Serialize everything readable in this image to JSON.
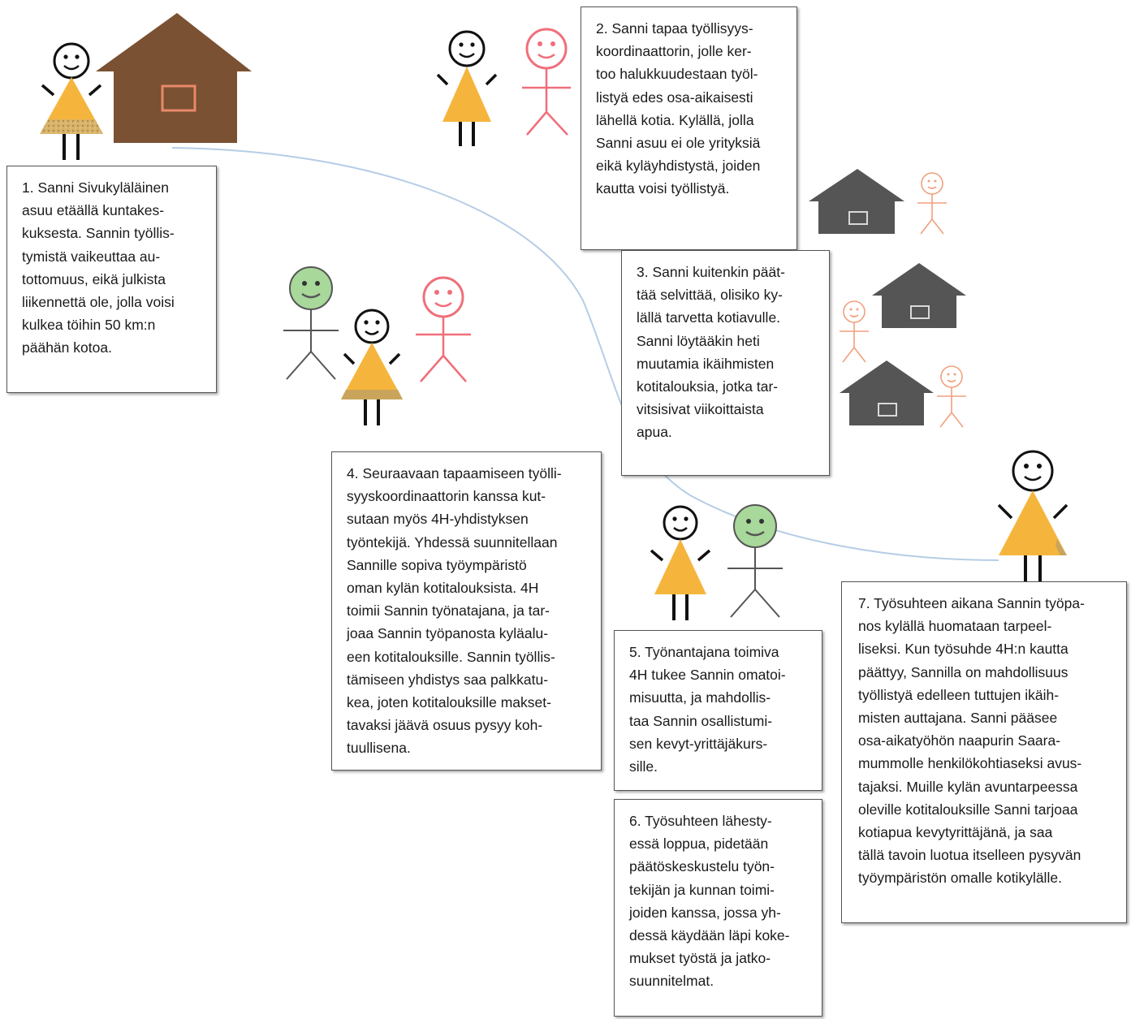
{
  "steps": [
    {
      "number": "1",
      "text": "1. Sanni Sivukyläläinen\nasuu etäällä kuntakes-\nkuksesta. Sannin työllis-\ntymistä vaikeuttaa au-\ntottomuus, eikä julkista\nliikennettä ole, jolla voisi\nkulkea töihin 50 km:n\npäähän kotoa."
    },
    {
      "number": "2",
      "text": "2. Sanni tapaa työllisyys-\nkoordinaattorin, jolle ker-\ntoo halukkuudestaan työl-\nlistyä edes osa-aikaisesti\nlähellä kotia. Kylällä, jolla\nSanni asuu ei ole yrityksiä\neikä kyläyhdistystä, joiden\nkautta voisi työllistyä."
    },
    {
      "number": "3",
      "text": "3. Sanni kuitenkin päät-\ntää selvittää, olisiko ky-\nlällä tarvetta kotiavulle.\nSanni löytääkin heti\nmuutamia ikäihmisten\nkotitalouksia, jotka tar-\nvitsisivat viikoittaista\napua."
    },
    {
      "number": "4",
      "text": "4. Seuraavaan tapaamiseen työlli-\nsyyskoordinaattorin kanssa kut-\nsutaan myös 4H-yhdistyksen\ntyöntekijä. Yhdessä suunnitellaan\nSannille sopiva työympäristö\noman kylän kotitalouksista. 4H\ntoimii Sannin työnatajana, ja tar-\njoaa Sannin työpanosta kyläalu-\neen kotitalouksille. Sannin työllis-\ntämiseen yhdistys saa palkkatu-\nkea, joten kotitalouksille makset-\ntavaksi jäävä osuus pysyy koh-\ntuullisena."
    },
    {
      "number": "5",
      "text": "5. Työnantajana toimiva\n4H tukee Sannin omatoi-\nmisuutta, ja mahdollis-\ntaa Sannin osallistumi-\nsen kevyt-yrittäjäkurs-\nsille."
    },
    {
      "number": "6",
      "text": "6. Työsuhteen lähesty-\nessä loppua, pidetään\npäätöskeskustelu työn-\ntekijän ja kunnan toimi-\njoiden kanssa, jossa yh-\ndessä käydään läpi koke-\nmukset työstä ja jatko-\nsuunnitelmat."
    },
    {
      "number": "7",
      "text": "7. Työsuhteen aikana Sannin työpa-\nnos kylällä huomataan tarpeel-\nliseksi. Kun työsuhde 4H:n kautta\npäättyy, Sannilla on mahdollisuus\ntyöllistyä edelleen tuttujen ikäih-\nmisten auttajana. Sanni pääsee\nosa-aikatyöhön naapurin Saara-\nmummolle henkilökohtiaseksi avus-\ntajaksi. Muille kylän avuntarpeessa\noleville kotitalouksille Sanni tarjoaa\nkotiapua kevytyrittäjänä, ja saa\ntällä tavoin luotua itselleen pysyvän\ntyöympäristön omalle kotikylälle."
    }
  ],
  "colors": {
    "dress": "#f5b53d",
    "dress_hem": "#c9a45a",
    "house_brown": "#7a5132",
    "house_window": "#e8896a",
    "house_gray": "#555555",
    "house_gray_window": "#d8d8d8",
    "coordinator": "#f06e7a",
    "worker_4h": "#a8d89a",
    "elder": "#f2a07e",
    "path_line": "#b6cde6",
    "box_border": "#555555"
  },
  "icons": [
    "sanni-figure-icon",
    "coordinator-figure-icon",
    "worker-4h-figure-icon",
    "elder-figure-icon",
    "house-icon"
  ]
}
